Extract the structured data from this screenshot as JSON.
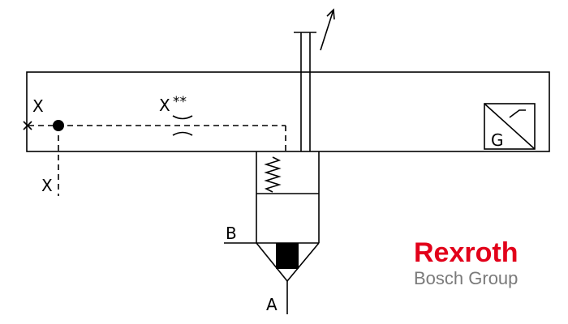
{
  "labels": {
    "x_left": "X",
    "x_top": "X",
    "x_top_suffix": "**",
    "x_bottom": "X",
    "b": "B",
    "a": "A",
    "g": "G"
  },
  "brand": {
    "name": "Rexroth",
    "group": "Bosch Group",
    "name_color": "#e2001a",
    "group_color": "#7a7a7a"
  },
  "colors": {
    "line": "#000000",
    "spool": "#000000"
  }
}
